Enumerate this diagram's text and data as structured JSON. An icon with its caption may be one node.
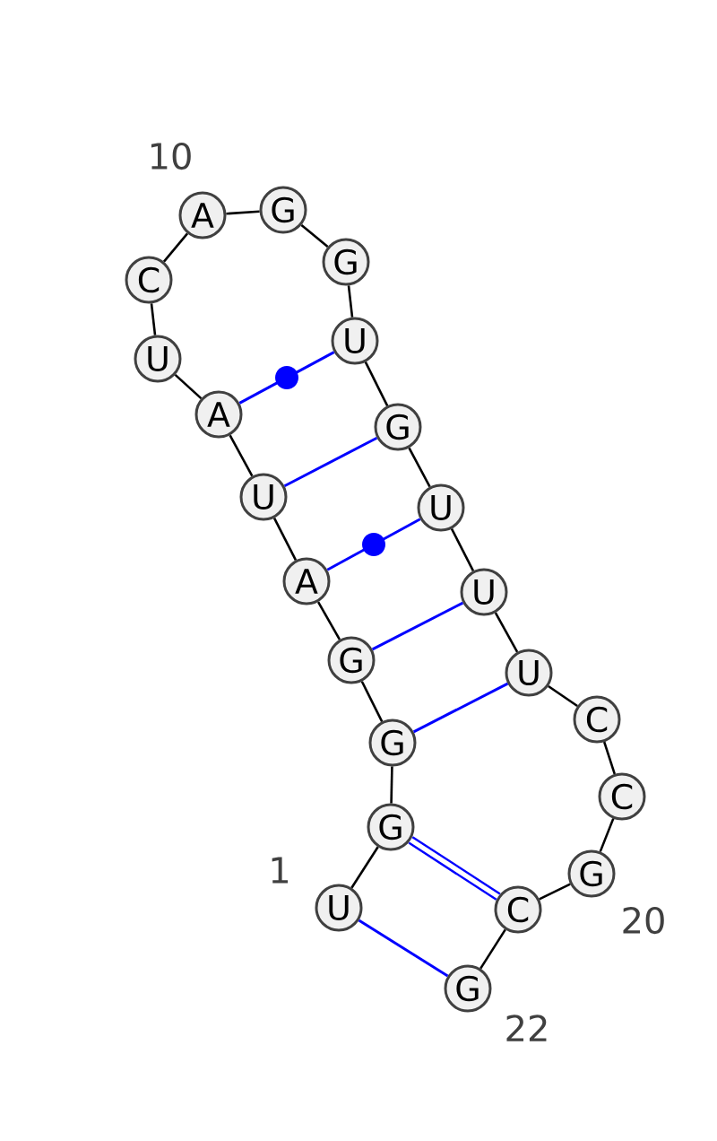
{
  "diagram": {
    "nodes": [
      {
        "text": [
          "U"
        ],
        "beside": [
          "1"
        ]
      },
      {
        "text": [
          "G"
        ]
      },
      {
        "text": [
          "G"
        ]
      },
      {
        "text": [
          "G"
        ]
      },
      {
        "text": [
          "A"
        ]
      },
      {
        "text": [
          "U"
        ]
      },
      {
        "text": [
          "A"
        ]
      },
      {
        "text": [
          "U"
        ]
      },
      {
        "text": [
          "C"
        ]
      },
      {
        "text": [
          "A"
        ],
        "beside": [
          "10"
        ]
      },
      {
        "text": [
          "G"
        ]
      },
      {
        "text": [
          "G"
        ]
      },
      {
        "text": [
          "U"
        ]
      },
      {
        "text": [
          "G"
        ]
      },
      {
        "text": [
          "U"
        ]
      },
      {
        "text": [
          "U"
        ]
      },
      {
        "text": [
          "U"
        ]
      },
      {
        "text": [
          "C"
        ]
      },
      {
        "text": [
          "C"
        ]
      },
      {
        "text": [
          "G"
        ],
        "beside": [
          "20"
        ]
      },
      {
        "text": [
          "C"
        ]
      },
      {
        "text": [
          "G"
        ],
        "beside": [
          "22"
        ]
      }
    ],
    "edges": [
      {
        "from": 0,
        "to": 1,
        "arrow": "none"
      },
      {
        "from": 1,
        "to": 2,
        "arrow": "none"
      },
      {
        "from": 2,
        "to": 3,
        "arrow": "none"
      },
      {
        "from": 3,
        "to": 4,
        "arrow": "none"
      },
      {
        "from": 4,
        "to": 5,
        "arrow": "none"
      },
      {
        "from": 5,
        "to": 6,
        "arrow": "none"
      },
      {
        "from": 6,
        "to": 7,
        "arrow": "none"
      },
      {
        "from": 7,
        "to": 8,
        "arrow": "none"
      },
      {
        "from": 8,
        "to": 9,
        "arrow": "none"
      },
      {
        "from": 9,
        "to": 10,
        "arrow": "none"
      },
      {
        "from": 10,
        "to": 11,
        "arrow": "none"
      },
      {
        "from": 11,
        "to": 12,
        "arrow": "none"
      },
      {
        "from": 12,
        "to": 13,
        "arrow": "none"
      },
      {
        "from": 13,
        "to": 14,
        "arrow": "none"
      },
      {
        "from": 14,
        "to": 15,
        "arrow": "none"
      },
      {
        "from": 15,
        "to": 16,
        "arrow": "none"
      },
      {
        "from": 16,
        "to": 17,
        "arrow": "none"
      },
      {
        "from": 17,
        "to": 18,
        "arrow": "none"
      },
      {
        "from": 18,
        "to": 19,
        "arrow": "none"
      },
      {
        "from": 19,
        "to": 20,
        "arrow": "none"
      },
      {
        "from": 20,
        "to": 21,
        "arrow": "none"
      },
      {
        "from": 6,
        "to": 12,
        "arrow": "none",
        "color": "#0000ff"
      },
      {
        "from": 5,
        "to": 13,
        "arrow": "none",
        "color": "#0000ff"
      },
      {
        "from": 4,
        "to": 14,
        "arrow": "none",
        "color": "#0000ff"
      },
      {
        "from": 3,
        "to": 15,
        "arrow": "none",
        "color": "#0000ff"
      },
      {
        "from": 2,
        "to": 16,
        "arrow": "none",
        "color": "#0000ff"
      },
      {
        "from": 1,
        "to": 20,
        "arrow": "none",
        "color": "#0000ff",
        "style": "thick"
      },
      {
        "from": 0,
        "to": 21,
        "arrow": "none",
        "color": "#0000ff"
      }
    ]
  }
}
